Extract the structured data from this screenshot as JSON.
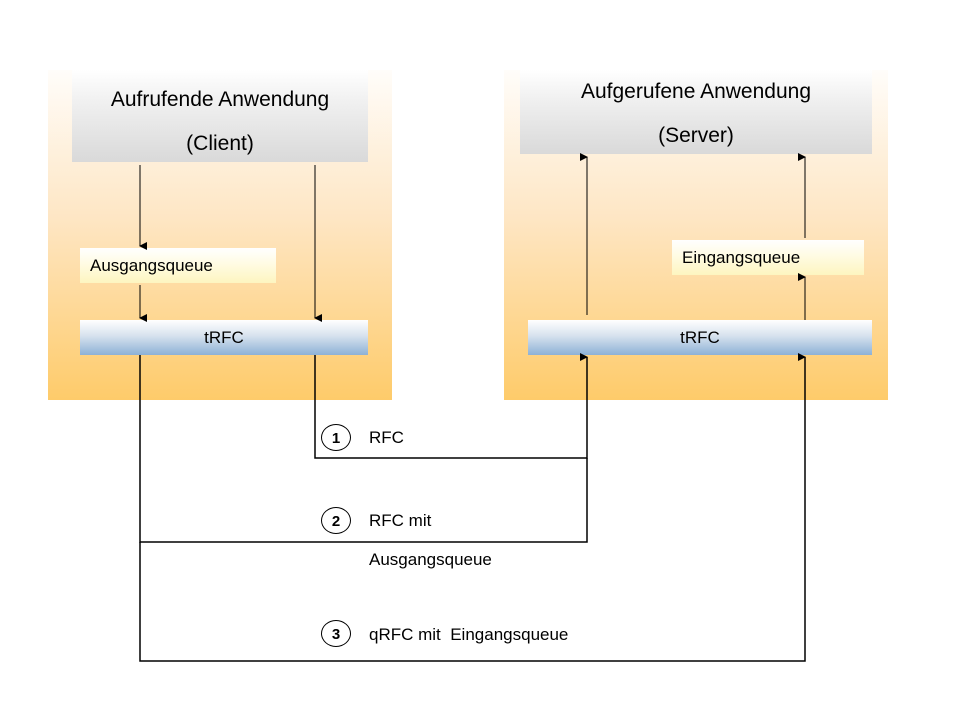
{
  "client": {
    "title_line1": "Aufrufende Anwendung",
    "title_line2": "(Client)",
    "queue_label": "Ausgangsqueue",
    "trfc_label": "tRFC"
  },
  "server": {
    "title_line1": "Aufgerufene Anwendung",
    "title_line2": "(Server)",
    "queue_label": "Eingangsqueue",
    "trfc_label": "tRFC"
  },
  "paths": [
    {
      "number": "1",
      "label": "RFC",
      "label_line2": ""
    },
    {
      "number": "2",
      "label": "RFC mit",
      "label_line2": "Ausgangsqueue"
    },
    {
      "number": "3",
      "label": "qRFC mit  Eingangsqueue",
      "label_line2": ""
    }
  ],
  "colors": {
    "panel_top": "#fffdfa",
    "panel_bottom": "#fecb6a",
    "header_gray": "#d9d9d9",
    "queue_yellow": "#fdf5c0",
    "trfc_blue": "#8db1d6",
    "line": "#000000"
  }
}
